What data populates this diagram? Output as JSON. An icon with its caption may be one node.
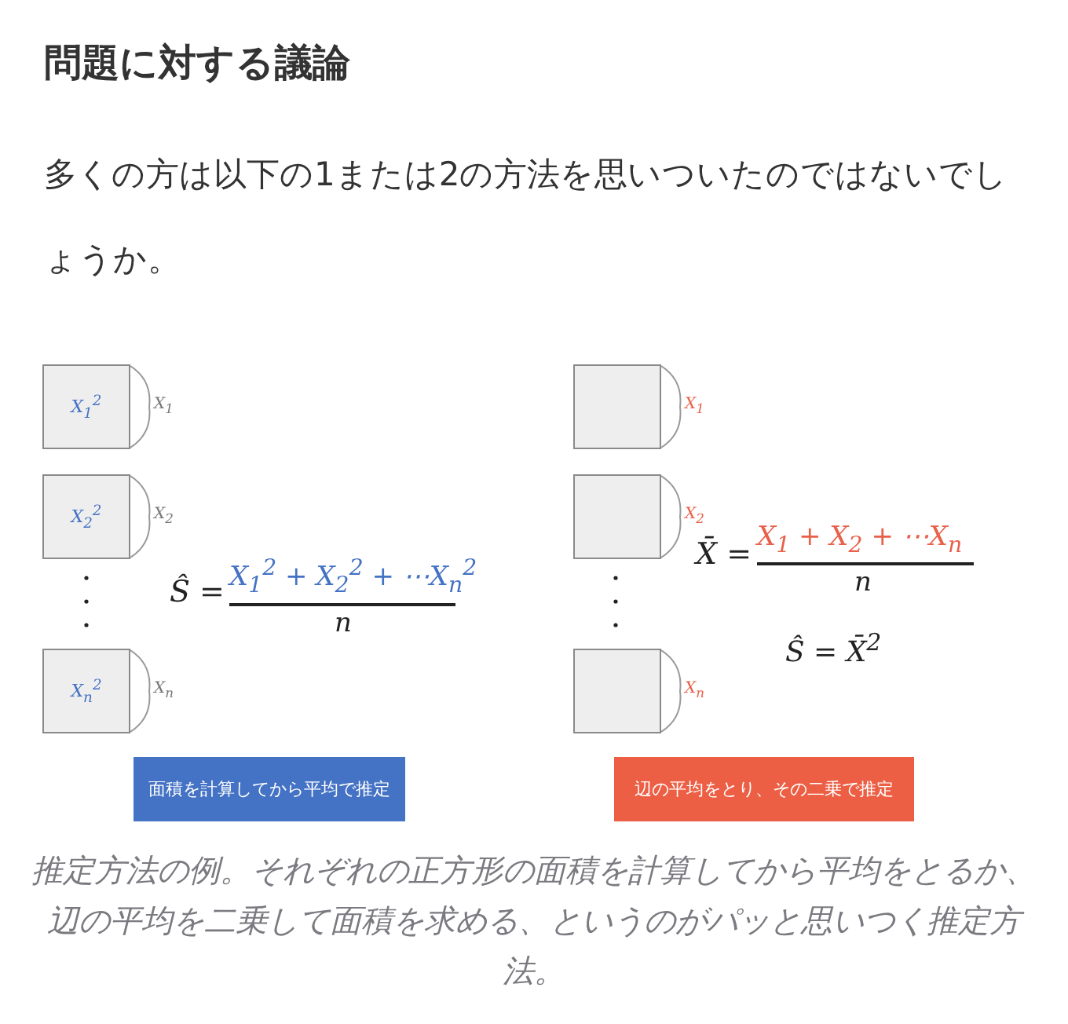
{
  "diagram": {
    "title": "問題に対する議論",
    "nodes": [
      {
        "text": [
          "X$_{1}$$^{2}$"
        ],
        "beside": [
          "X$_{1}$"
        ]
      },
      {
        "text": [
          "X$_{2}$$^{2}$"
        ],
        "beside": [
          "X$_{2}$"
        ]
      },
      {
        "text": [
          "X$_{n}$$^{2}$"
        ],
        "beside": [
          "X$_{n}$"
        ]
      },
      {
        "text": [],
        "shape": "box",
        "beside": [
          "X$_{1}$"
        ]
      },
      {
        "text": [],
        "shape": "box",
        "beside": [
          "X$_{2}$"
        ]
      },
      {
        "text": [],
        "shape": "box",
        "beside": [
          "X$_{n}$"
        ]
      },
      {
        "text": [
          "面積を計算してから平均で推定"
        ]
      },
      {
        "text": [
          "辺の平均をとり、その二乗で推定"
        ]
      }
    ],
    "labels": [
      "多くの方は以下の1または2の方法を思いついたのではないでしょうか。",
      "Ŝ =",
      "X$_{1}$$^{2}$ + X$_{2}$$^{2}$ + ⋯X$_{n}$$^{2}$",
      "n",
      "X̄ =",
      "X$_{1}$ + X$_{2}$ + ⋯X$_{n}$",
      "n",
      "Ŝ = X̄$^{2}$"
    ],
    "caption": "推定方法の例。それぞれの正方形の面積を計算してから平均をとるか、辺の平均を二乗して面積を求める、というのがパッと思いつく推定方法。"
  }
}
